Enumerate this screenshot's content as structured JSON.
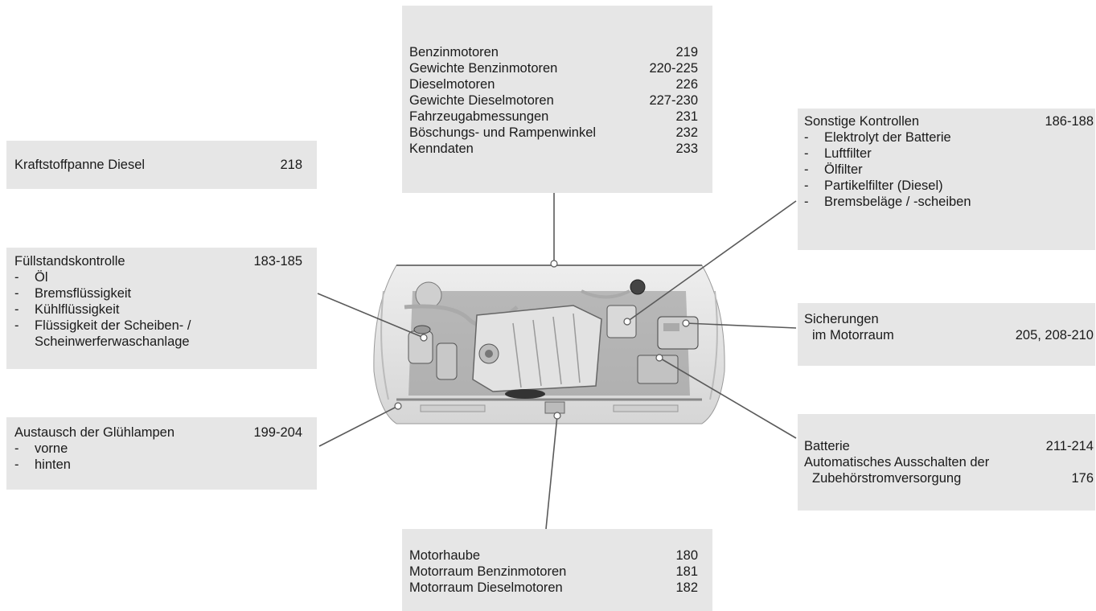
{
  "top": {
    "items": [
      {
        "label": "Benzinmotoren",
        "page": "219"
      },
      {
        "label": "Gewichte Benzinmotoren",
        "page": "220-225"
      },
      {
        "label": "Dieselmotoren",
        "page": "226"
      },
      {
        "label": "Gewichte Dieselmotoren",
        "page": "227-230"
      },
      {
        "label": "Fahrzeugabmessungen",
        "page": "231"
      },
      {
        "label": "Böschungs- und Rampenwinkel",
        "page": "232"
      },
      {
        "label": "Kenndaten",
        "page": "233"
      }
    ]
  },
  "fuel": {
    "label": "Kraftstoffpanne Diesel",
    "page": "218"
  },
  "levels": {
    "title": "Füllstandskontrolle",
    "page": "183-185",
    "items": [
      "Öl",
      "Bremsflüssigkeit",
      "Kühlflüssigkeit",
      "Flüssigkeit der Scheiben- /"
    ],
    "continuation": "Scheinwerferwaschanlage"
  },
  "bulbs": {
    "title": "Austausch der Glühlampen",
    "page": "199-204",
    "items": [
      "vorne",
      "hinten"
    ]
  },
  "checks": {
    "title": "Sonstige Kontrollen",
    "page": "186-188",
    "items": [
      "Elektrolyt der Batterie",
      "Luftfilter",
      "Ölfilter",
      "Partikelfilter (Diesel)",
      "Bremsbeläge / -scheiben"
    ]
  },
  "fuses": {
    "title": "Sicherungen",
    "sub": "im Motorraum",
    "page": "205, 208-210"
  },
  "battery": {
    "title": "Batterie",
    "page": "211-214",
    "line2": "Automatisches Ausschalten der",
    "line3": "Zubehörstromversorgung",
    "page2": "176"
  },
  "hood": {
    "items": [
      {
        "label": "Motorhaube",
        "page": "180"
      },
      {
        "label": "Motorraum Benzinmotoren",
        "page": "181"
      },
      {
        "label": "Motorraum Dieselmotoren",
        "page": "182"
      }
    ]
  },
  "dash": "-"
}
